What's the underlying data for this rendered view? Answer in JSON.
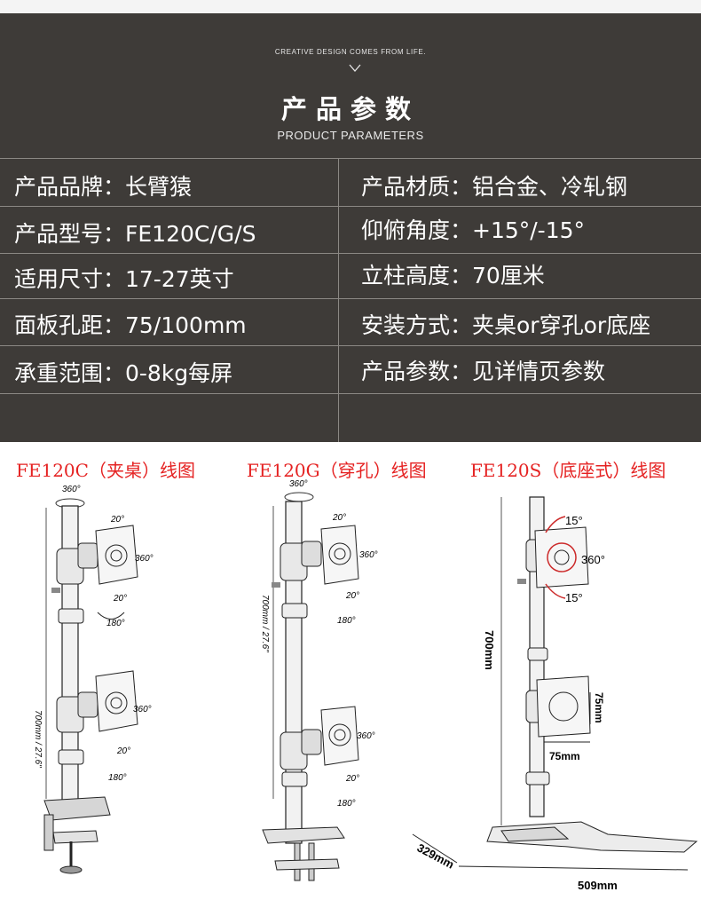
{
  "header": {
    "slogan": "CREATIVE DESIGN COMES FROM LIFE.",
    "title_cn": "产品参数",
    "title_en": "PRODUCT PARAMETERS"
  },
  "params": {
    "left": [
      "产品品牌：长臂猿",
      "产品型号：FE120C/G/S",
      "适用尺寸：17-27英寸",
      "面板孔距：75/100mm",
      "承重范围：0-8kg每屏"
    ],
    "right": [
      "产品材质：铝合金、冷轧钢",
      "仰俯角度：+15°/-15°",
      "立柱高度：70厘米",
      "安装方式：夹桌or穿孔or底座",
      "产品参数：见详情页参数"
    ]
  },
  "diagrams": {
    "c": {
      "caption": "FE120C（夹桌）线图",
      "rotate": "360°",
      "tilt_top": "20°",
      "tilt_bottom": "20°",
      "pan": "180°",
      "spin": "360°",
      "height": "700mm / 27.6\""
    },
    "g": {
      "caption": "FE120G（穿孔）线图",
      "rotate": "360°",
      "tilt_top": "20°",
      "tilt_bottom": "20°",
      "pan": "180°",
      "spin": "360°",
      "height": "700mm / 27.6\""
    },
    "s": {
      "caption": "FE120S（底座式）线图",
      "tilt_top": "15°",
      "tilt_bottom": "15°",
      "spin": "360°",
      "height": "700mm",
      "vesa_v": "75mm",
      "vesa_h": "75mm",
      "base_depth": "329mm",
      "base_width": "509mm"
    }
  },
  "colors": {
    "panel": "#3e3b38",
    "caption": "#e52222",
    "arrow": "#cc2a2a"
  }
}
